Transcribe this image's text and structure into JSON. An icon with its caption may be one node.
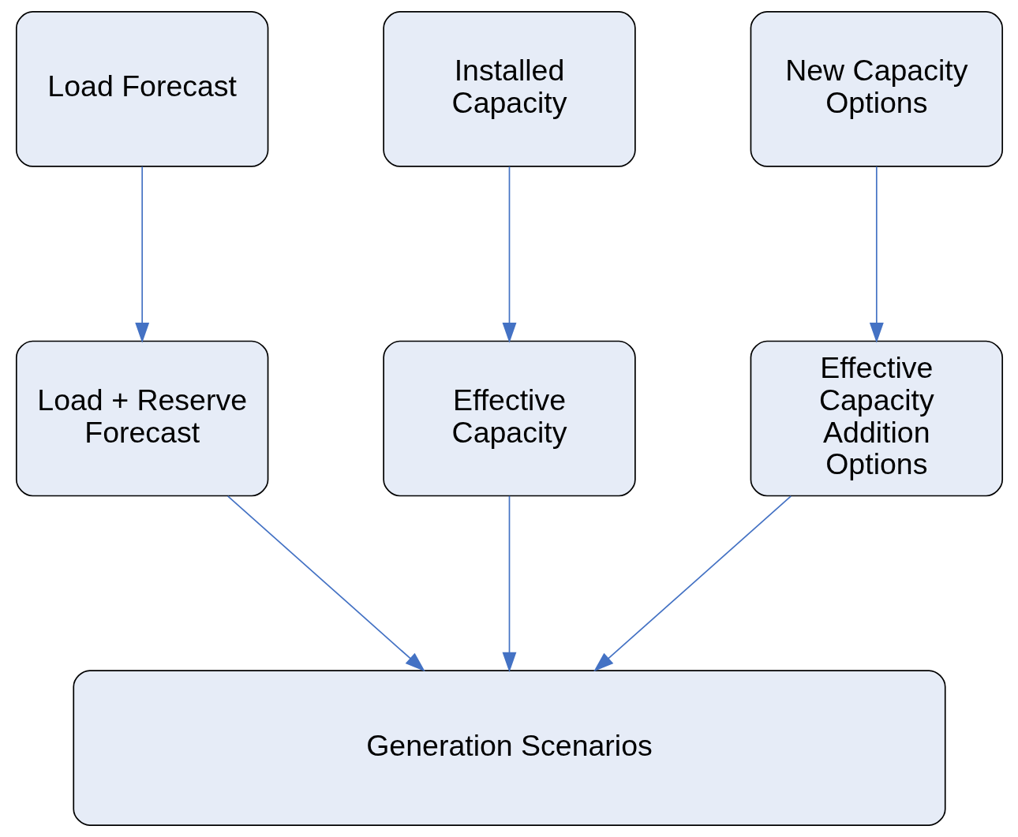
{
  "diagram": {
    "nodes": [
      {
        "text": [
          "Load Forecast"
        ]
      },
      {
        "text": [
          "Installed Capacity"
        ]
      },
      {
        "text": [
          "New Capacity Options"
        ]
      },
      {
        "text": [
          "Load + Reserve Forecast"
        ]
      },
      {
        "text": [
          "Effective Capacity"
        ]
      },
      {
        "text": [
          "Effective Capacity Addition Options"
        ]
      },
      {
        "text": [
          "Generation Scenarios"
        ]
      }
    ],
    "edges": [
      {
        "from": 0,
        "to": 3,
        "arrow": "to"
      },
      {
        "from": 1,
        "to": 4,
        "arrow": "to"
      },
      {
        "from": 2,
        "to": 5,
        "arrow": "to"
      },
      {
        "from": 3,
        "to": 6,
        "arrow": "to"
      },
      {
        "from": 4,
        "to": 6,
        "arrow": "to"
      },
      {
        "from": 5,
        "to": 6,
        "arrow": "to"
      }
    ]
  }
}
